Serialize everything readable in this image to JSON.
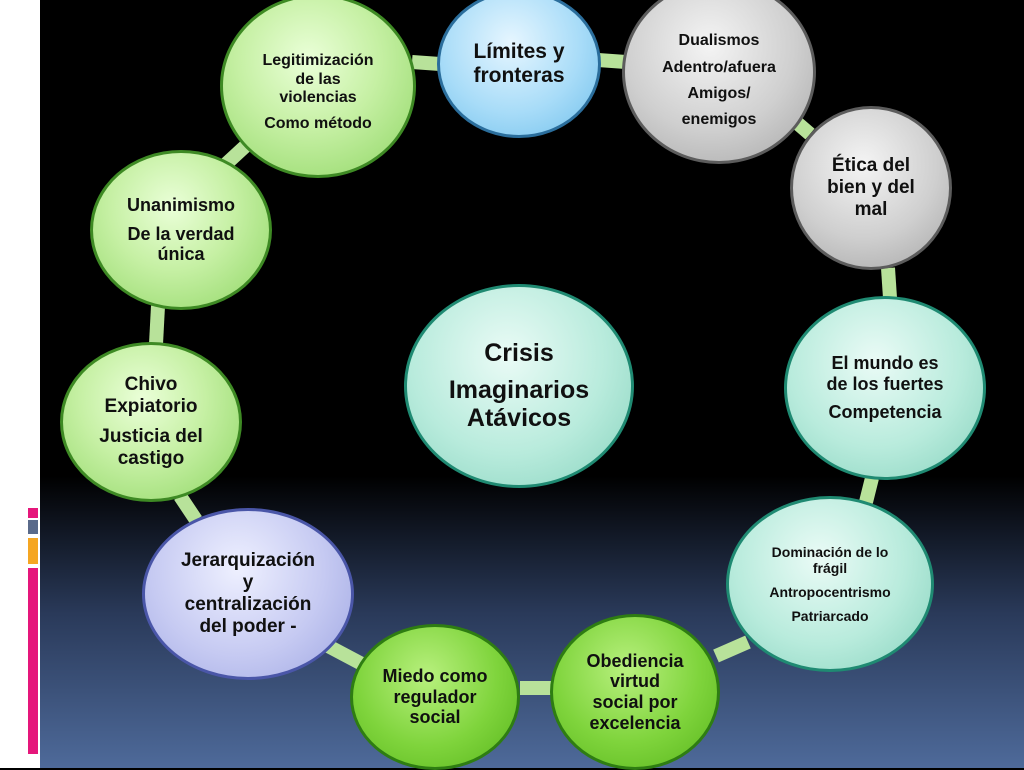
{
  "center": {
    "lines": [
      "Crisis",
      "Imaginarios",
      "Atávicos"
    ]
  },
  "nodes": [
    {
      "id": "limites",
      "lines": [
        "Límites y",
        "fronteras"
      ]
    },
    {
      "id": "dualismos",
      "lines": [
        "Dualismos",
        "Adentro/afuera",
        "Amigos/",
        "enemigos"
      ]
    },
    {
      "id": "etica",
      "lines": [
        "Ética del",
        "bien y del",
        "mal"
      ]
    },
    {
      "id": "mundo",
      "lines": [
        "El mundo es",
        "de los fuertes",
        "Competencia"
      ]
    },
    {
      "id": "dominacion",
      "lines": [
        "Dominación de lo",
        "frágil",
        "Antropocentrismo",
        "Patriarcado"
      ]
    },
    {
      "id": "obediencia",
      "lines": [
        "Obediencia",
        "virtud",
        "social por",
        "excelencia"
      ]
    },
    {
      "id": "miedo",
      "lines": [
        "Miedo como",
        "regulador",
        "social"
      ]
    },
    {
      "id": "jerarquizacion",
      "lines": [
        "Jerarquización",
        "y",
        "centralización",
        "del poder -"
      ]
    },
    {
      "id": "chivo",
      "lines": [
        "Chivo",
        "Expiatorio",
        "Justicia del",
        "castigo"
      ]
    },
    {
      "id": "unanimismo",
      "lines": [
        "Unanimismo",
        "De la verdad",
        "única"
      ]
    },
    {
      "id": "legitimizacion",
      "lines": [
        "Legitimización",
        "de las",
        "violencias",
        "Como método"
      ]
    }
  ],
  "colors": {
    "background_top": "#000000",
    "background_bottom": "#4e6a9a",
    "accent_pink": "#e5177b",
    "accent_orange": "#f5a623",
    "accent_blue": "#3a5a8a"
  }
}
